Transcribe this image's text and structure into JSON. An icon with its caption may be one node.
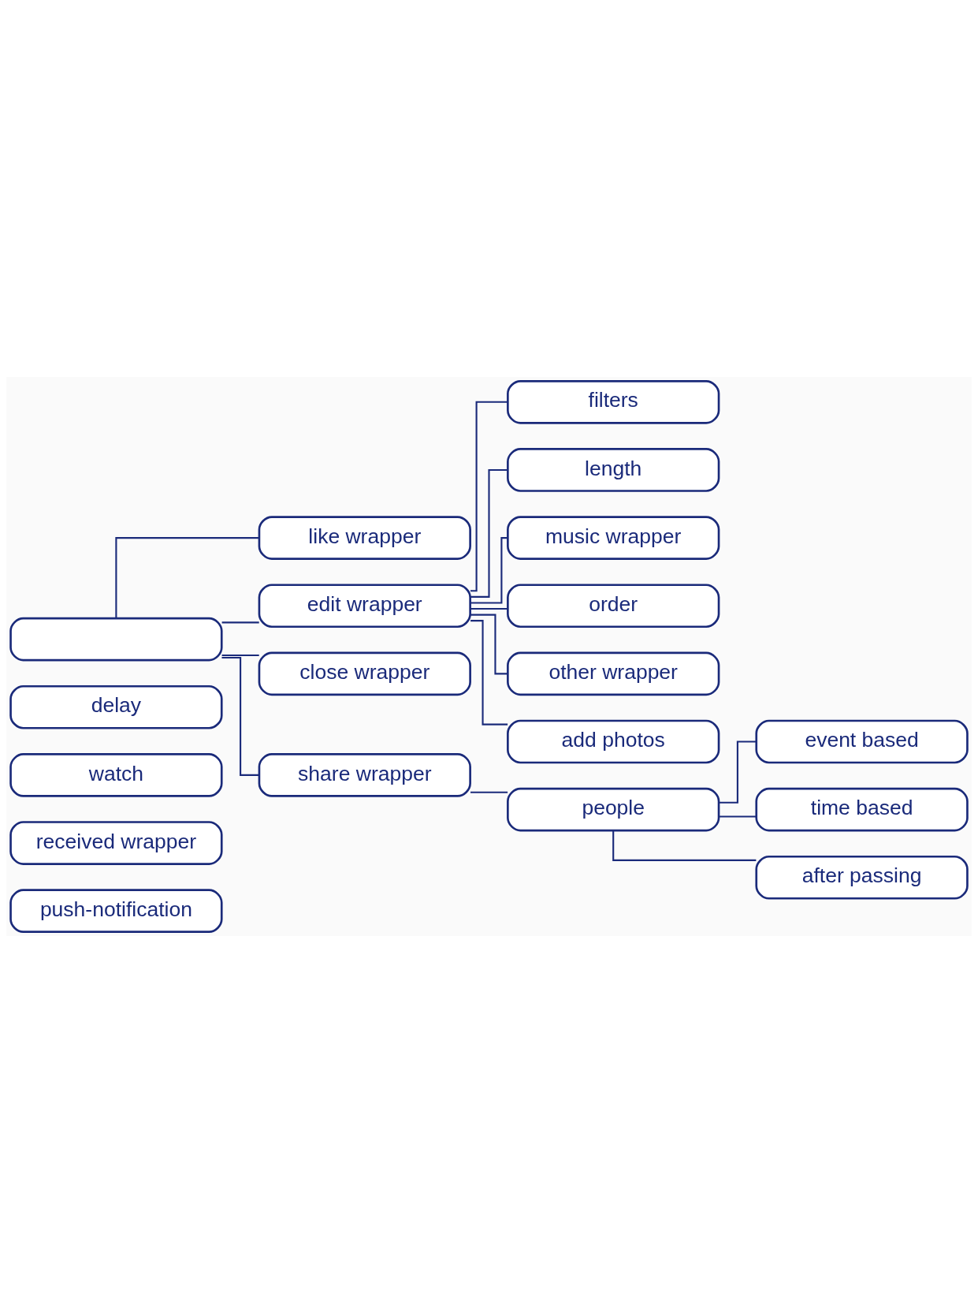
{
  "diagram": {
    "nodes": [
      {
        "text": [
          "push-notification"
        ]
      },
      {
        "text": [
          "received wrapper"
        ]
      },
      {
        "text": [
          "watch"
        ]
      },
      {
        "text": [
          "delay"
        ]
      },
      {
        "text": [],
        "shape": "box"
      },
      {
        "text": [
          "like wrapper"
        ]
      },
      {
        "text": [
          "edit wrapper"
        ]
      },
      {
        "text": [
          "close wrapper"
        ]
      },
      {
        "text": [
          "share wrapper"
        ]
      },
      {
        "text": [
          "filters"
        ]
      },
      {
        "text": [
          "length"
        ]
      },
      {
        "text": [
          "music wrapper"
        ]
      },
      {
        "text": [
          "order"
        ]
      },
      {
        "text": [
          "other wrapper"
        ]
      },
      {
        "text": [
          "add photos"
        ]
      },
      {
        "text": [
          "people"
        ]
      },
      {
        "text": [
          "event based"
        ]
      },
      {
        "text": [
          "time based"
        ]
      },
      {
        "text": [
          "after passing"
        ]
      }
    ],
    "edges": [
      {
        "from": 4,
        "to": 5,
        "arrow": "none"
      },
      {
        "from": 4,
        "to": 6,
        "arrow": "none"
      },
      {
        "from": 4,
        "to": 7,
        "arrow": "none"
      },
      {
        "from": 4,
        "to": 8,
        "arrow": "none"
      },
      {
        "from": 6,
        "to": 9,
        "arrow": "none"
      },
      {
        "from": 6,
        "to": 10,
        "arrow": "none"
      },
      {
        "from": 6,
        "to": 11,
        "arrow": "none"
      },
      {
        "from": 6,
        "to": 12,
        "arrow": "none"
      },
      {
        "from": 6,
        "to": 13,
        "arrow": "none"
      },
      {
        "from": 6,
        "to": 14,
        "arrow": "none"
      },
      {
        "from": 8,
        "to": 15,
        "arrow": "none"
      },
      {
        "from": 15,
        "to": 16,
        "arrow": "none"
      },
      {
        "from": 15,
        "to": 17,
        "arrow": "none"
      },
      {
        "from": 15,
        "to": 18,
        "arrow": "none"
      }
    ]
  }
}
